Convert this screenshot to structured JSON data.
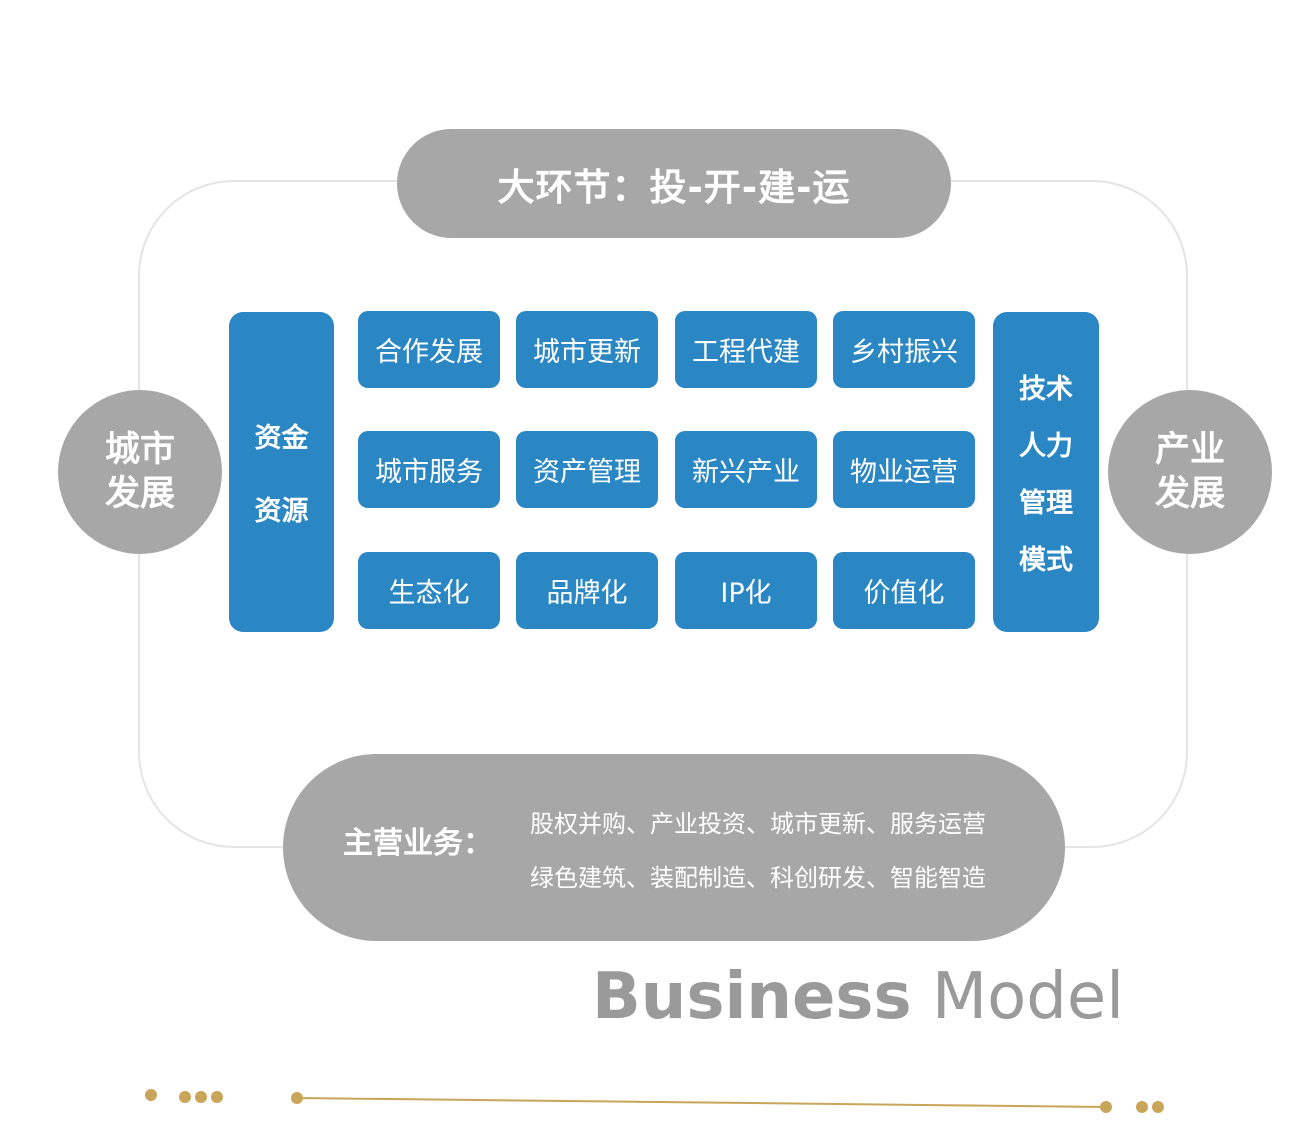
{
  "top_pill": "大环节：投-开-建-运",
  "left_circle": [
    "城市",
    "发展"
  ],
  "right_circle": [
    "产业",
    "发展"
  ],
  "left_column": [
    "资金",
    "资源"
  ],
  "right_column": [
    "技术",
    "人力",
    "管理",
    "模式"
  ],
  "tiles": [
    [
      "合作发展",
      "城市更新",
      "工程代建",
      "乡村振兴"
    ],
    [
      "城市服务",
      "资产管理",
      "新兴产业",
      "物业运营"
    ],
    [
      "生态化",
      "品牌化",
      "IP化",
      "价值化"
    ]
  ],
  "main_business": {
    "label": "主营业务：",
    "line1": "股权并购、产业投资、城市更新、服务运营",
    "line2": "绿色建筑、装配制造、科创研发、智能智造"
  },
  "footer_title": {
    "bold": "Business",
    "light": "Model"
  },
  "colors": {
    "grey": "#a7a7a7",
    "blue": "#2a87c3",
    "gold": "#c9a55a"
  }
}
